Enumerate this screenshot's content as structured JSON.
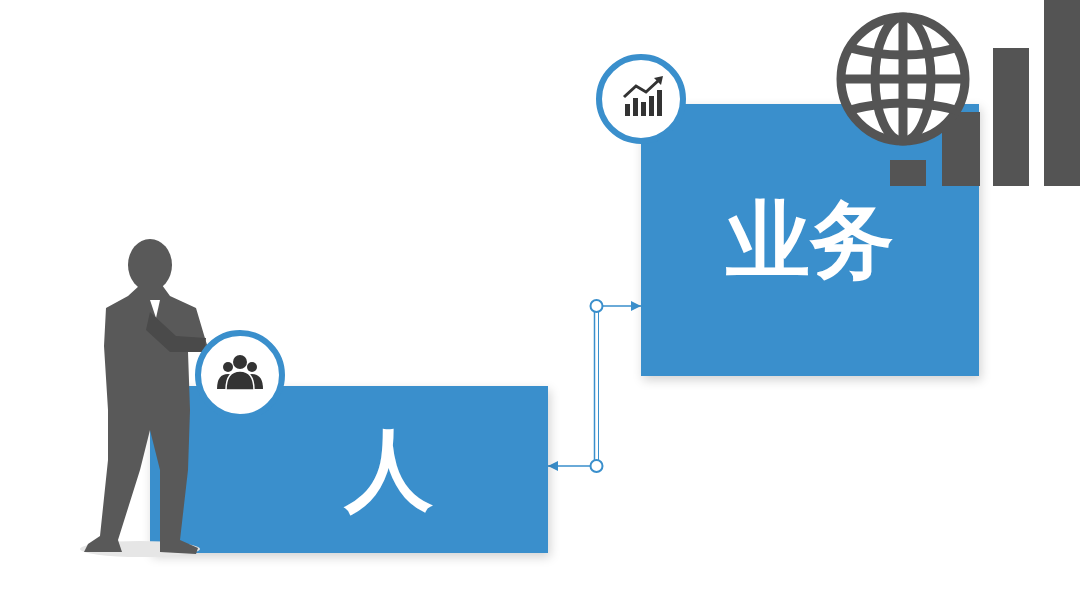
{
  "diagram": {
    "nodes": [
      {
        "text": [
          "业务"
        ]
      },
      {
        "text": [
          "人"
        ]
      }
    ],
    "edges": [
      {
        "from": 0,
        "to": 1,
        "arrow": "both"
      }
    ]
  }
}
